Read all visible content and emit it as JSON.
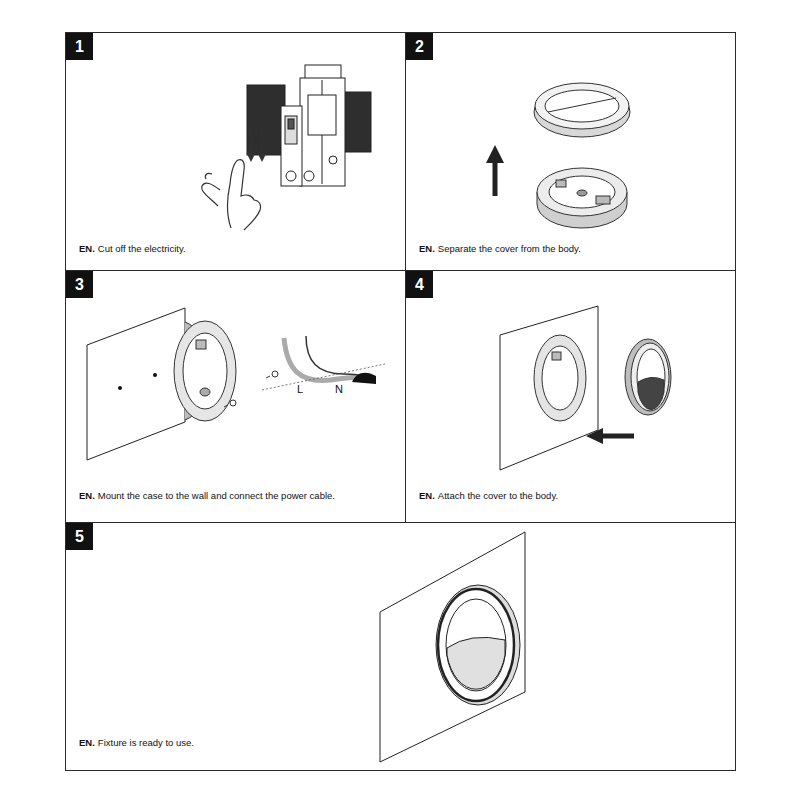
{
  "diagram": {
    "nodes": [
      {
        "text": [
          "EN.",
          "Cut off the electricity."
        ]
      },
      {
        "text": [
          "1"
        ],
        "in": 0
      },
      {
        "text": [
          "EN.",
          "Separate the cover from the body."
        ]
      },
      {
        "text": [
          "2"
        ],
        "in": 2
      },
      {
        "text": [
          "EN.",
          "Mount the case to the wall and connect the power cable."
        ]
      },
      {
        "text": [
          "3"
        ],
        "in": 4
      },
      {
        "text": [
          "EN.",
          "Attach the cover to the body."
        ]
      },
      {
        "text": [
          "4"
        ],
        "in": 6
      },
      {
        "text": [
          "EN.",
          "Fixture is ready to use."
        ]
      },
      {
        "text": [
          "5"
        ],
        "in": 8
      }
    ],
    "labels": [
      "L",
      "N"
    ]
  }
}
